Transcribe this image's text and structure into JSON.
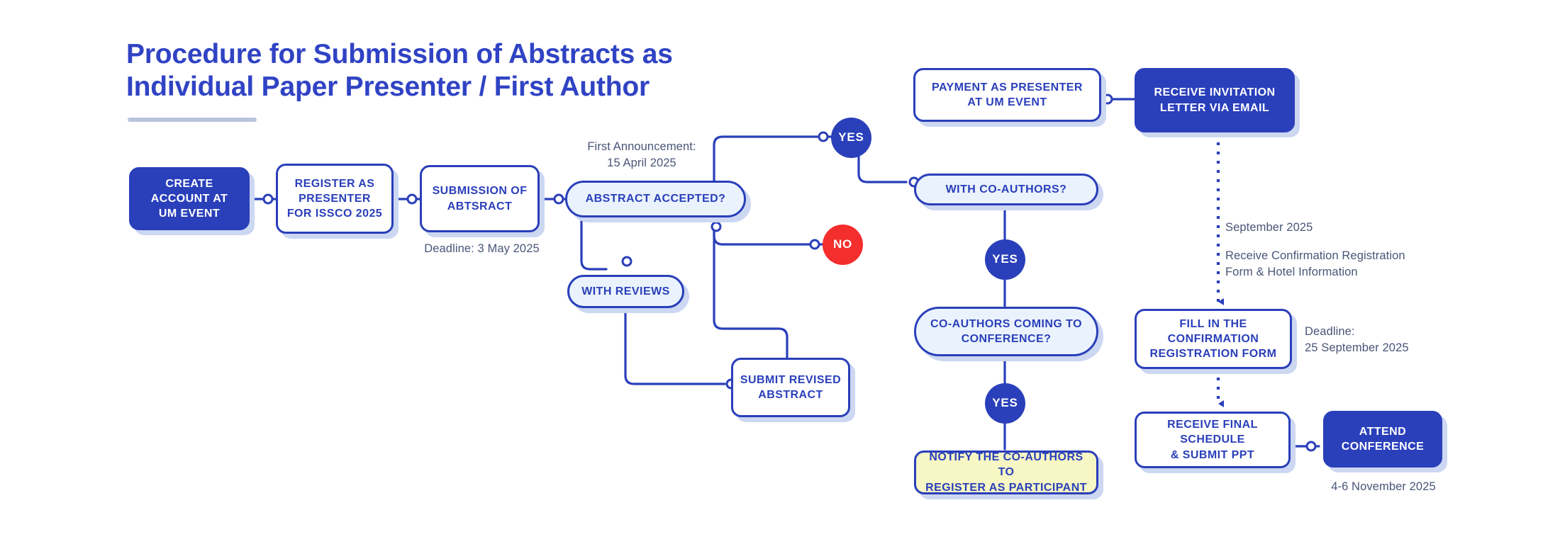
{
  "title": {
    "line1": "Procedure for Submission of Abstracts as",
    "line2": "Individual Paper Presenter / First Author"
  },
  "nodes": {
    "create_account": "CREATE\nACCOUNT AT\nUM EVENT",
    "register_presenter": "REGISTER AS\nPRESENTER\nFOR ISSCO 2025",
    "submission_abstract": "SUBMISSION OF\nABTSRACT",
    "abstract_accepted": "ABSTRACT ACCEPTED?",
    "decision_yes": "YES",
    "decision_no": "NO",
    "with_reviews": "WITH REVIEWS",
    "submit_revised": "SUBMIT REVISED\nABSTRACT",
    "payment_presenter": "PAYMENT AS PRESENTER\nAT UM EVENT",
    "with_coauthors": "WITH CO-AUTHORS?",
    "coauthors_yes": "YES",
    "coauthors_coming": "CO-AUTHORS COMING TO\nCONFERENCE?",
    "coming_yes": "YES",
    "notify_coauthors": "NOTIFY THE CO-AUTHORS TO\nREGISTER AS PARTICIPANT",
    "receive_invitation": "RECEIVE INVITATION\nLETTER VIA EMAIL",
    "fill_confirmation": "FILL IN THE\nCONFIRMATION\nREGISTRATION FORM",
    "receive_final_schedule": "RECEIVE FINAL SCHEDULE\n& SUBMIT PPT",
    "attend_conference": "ATTEND\nCONFERENCE"
  },
  "annotations": {
    "deadline_abstract": "Deadline: 3 May 2025",
    "first_announcement": "First Announcement:\n15 April 2025",
    "september_2025": "September 2025",
    "receive_confirmation": "Receive Confirmation Registration\nForm & Hotel Information",
    "deadline_confirmation": "Deadline:\n25 September 2025",
    "conference_dates": "4-6 November 2025"
  },
  "colors": {
    "brand_blue": "#2a3fba",
    "title_blue": "#3043c4",
    "red": "#f42d2d",
    "pill_fill": "#eaf3fd",
    "yellow_fill": "#f6f7c4",
    "shadow": "#ccd7f2",
    "annotation_gray": "#4a5578",
    "rule_gray": "#b9c4dd"
  }
}
